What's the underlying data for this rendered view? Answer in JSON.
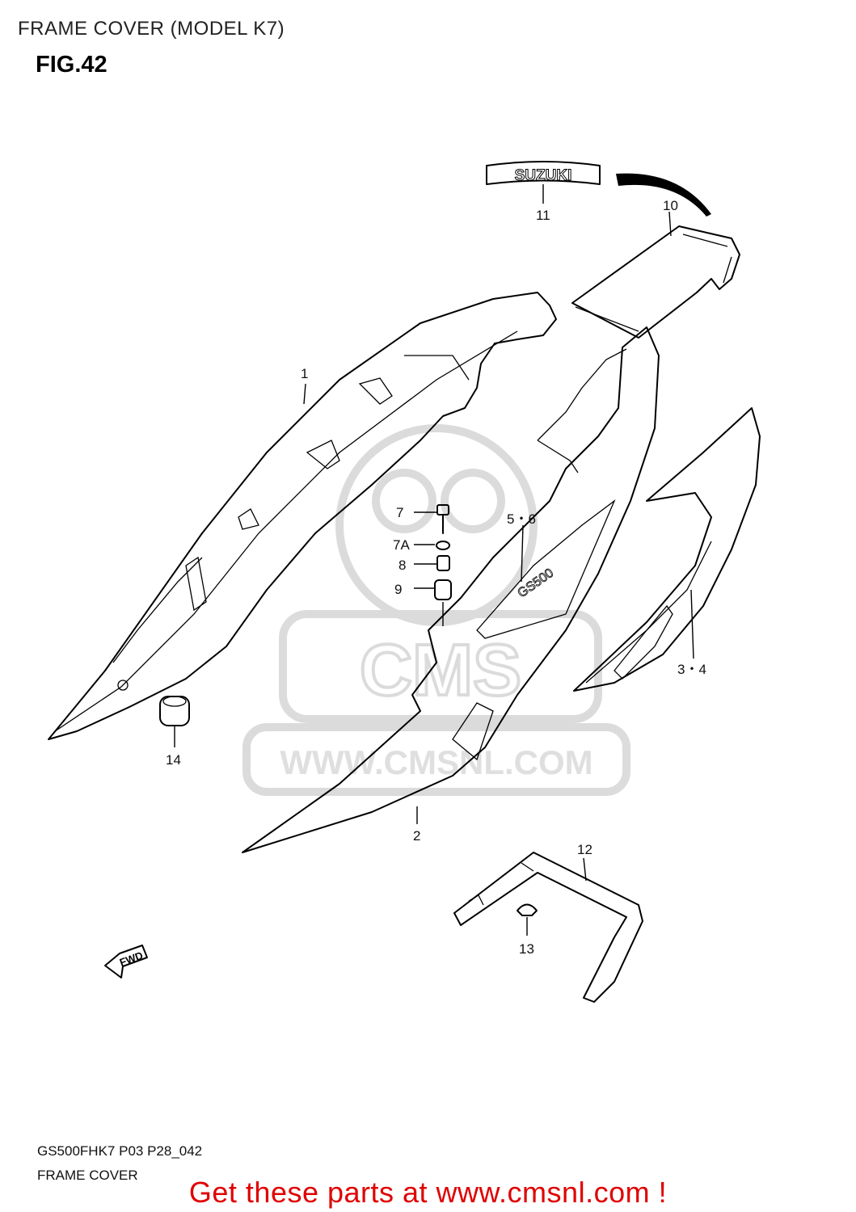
{
  "header": {
    "title": "FRAME COVER (MODEL K7)",
    "figure": "FIG.42"
  },
  "diagram": {
    "emblem_text": "SUZUKI",
    "fwd_arrow_text": "FWD",
    "watermark_text": "WWW.CMSNL.COM",
    "watermark_logo_text": "CMS",
    "callouts": [
      {
        "id": "1",
        "label": "1"
      },
      {
        "id": "2",
        "label": "2"
      },
      {
        "id": "3-4",
        "label": "3・4"
      },
      {
        "id": "5-6",
        "label": "5・6"
      },
      {
        "id": "7",
        "label": "7"
      },
      {
        "id": "7A",
        "label": "7A"
      },
      {
        "id": "8",
        "label": "8"
      },
      {
        "id": "9",
        "label": "9"
      },
      {
        "id": "10",
        "label": "10"
      },
      {
        "id": "11",
        "label": "11"
      },
      {
        "id": "12",
        "label": "12"
      },
      {
        "id": "13",
        "label": "13"
      },
      {
        "id": "14",
        "label": "14"
      }
    ]
  },
  "footer": {
    "code": "GS500FHK7 P03 P28_042",
    "name": "FRAME COVER",
    "promo": "Get these parts at www.cmsnl.com !"
  },
  "colors": {
    "promo_text": "#e00000",
    "line_art": "#000000",
    "watermark": "#d8d8d8"
  }
}
